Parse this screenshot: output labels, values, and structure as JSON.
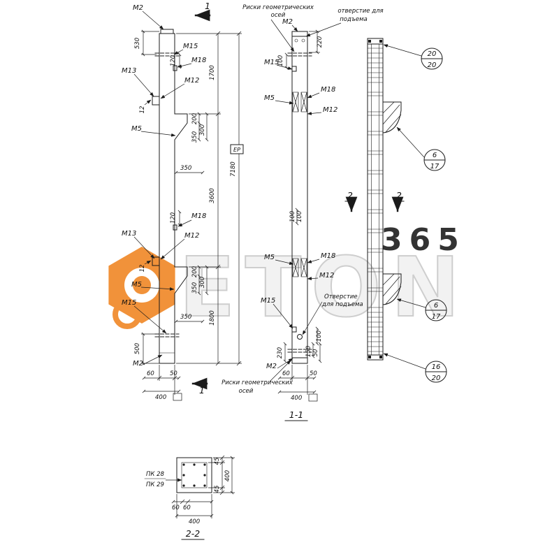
{
  "labels": {
    "m2": "М2",
    "m5": "М5",
    "m12": "М12",
    "m13": "М13",
    "m15": "М15",
    "m18": "М18"
  },
  "dims": {
    "12": "12",
    "45": "45",
    "50": "50",
    "60": "60",
    "100": "100",
    "120": "120",
    "150": "150",
    "200": "200",
    "220": "220",
    "230": "230",
    "300": "300",
    "350": "350",
    "400": "400",
    "500": "500",
    "530": "530",
    "1700": "1700",
    "1800": "1800",
    "3600": "3600",
    "7180": "7180"
  },
  "sections": {
    "one": "1",
    "two": "2",
    "one_one": "1-1",
    "two_two": "2-2"
  },
  "balloons": {
    "b1_top": "20",
    "b1_bot": "20",
    "b2_top": "6",
    "b2_bot": "17",
    "b3_top": "6",
    "b3_bot": "17",
    "b4_top": "16",
    "b4_bot": "20"
  },
  "notes": {
    "axes1": "Риски геометрических",
    "axes2": "осей",
    "hole_top1": "отверстие для",
    "hole_top2": "подъема",
    "hole_mid1": "Отверстие",
    "hole_mid2": "для подъема",
    "axes_bot1": "Риски геометрических",
    "axes_bot2": "осей",
    "er": "ЕР"
  },
  "pk": {
    "pk28": "ПК 28",
    "pk29": "ПК 29"
  },
  "watermark": {
    "word": "ETON",
    "number": "365",
    "orange": "#ef8018",
    "gray": "#c6c6c6"
  }
}
